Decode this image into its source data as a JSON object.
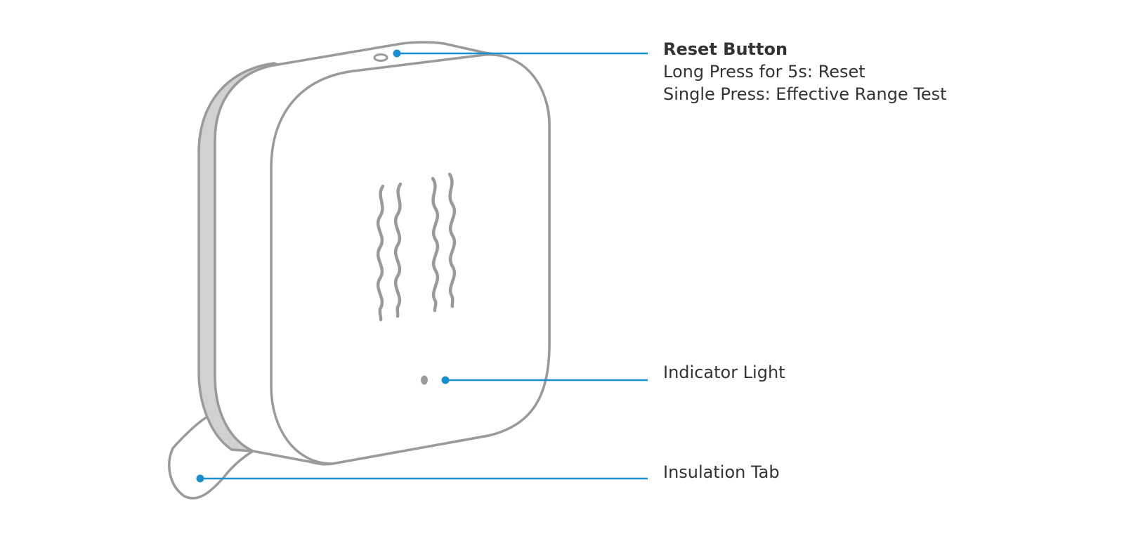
{
  "colors": {
    "outline": "#9a9a9a",
    "side_fill": "#d3d1d0",
    "body_fill": "#ffffff",
    "leader": "#1a8fd0"
  },
  "callouts": {
    "reset_button": {
      "title": "Reset Button",
      "lines": [
        "Long Press for 5s: Reset",
        "Single Press: Effective Range Test"
      ]
    },
    "indicator_light": {
      "title": "Indicator Light"
    },
    "insulation_tab": {
      "title": "Insulation Tab"
    }
  }
}
